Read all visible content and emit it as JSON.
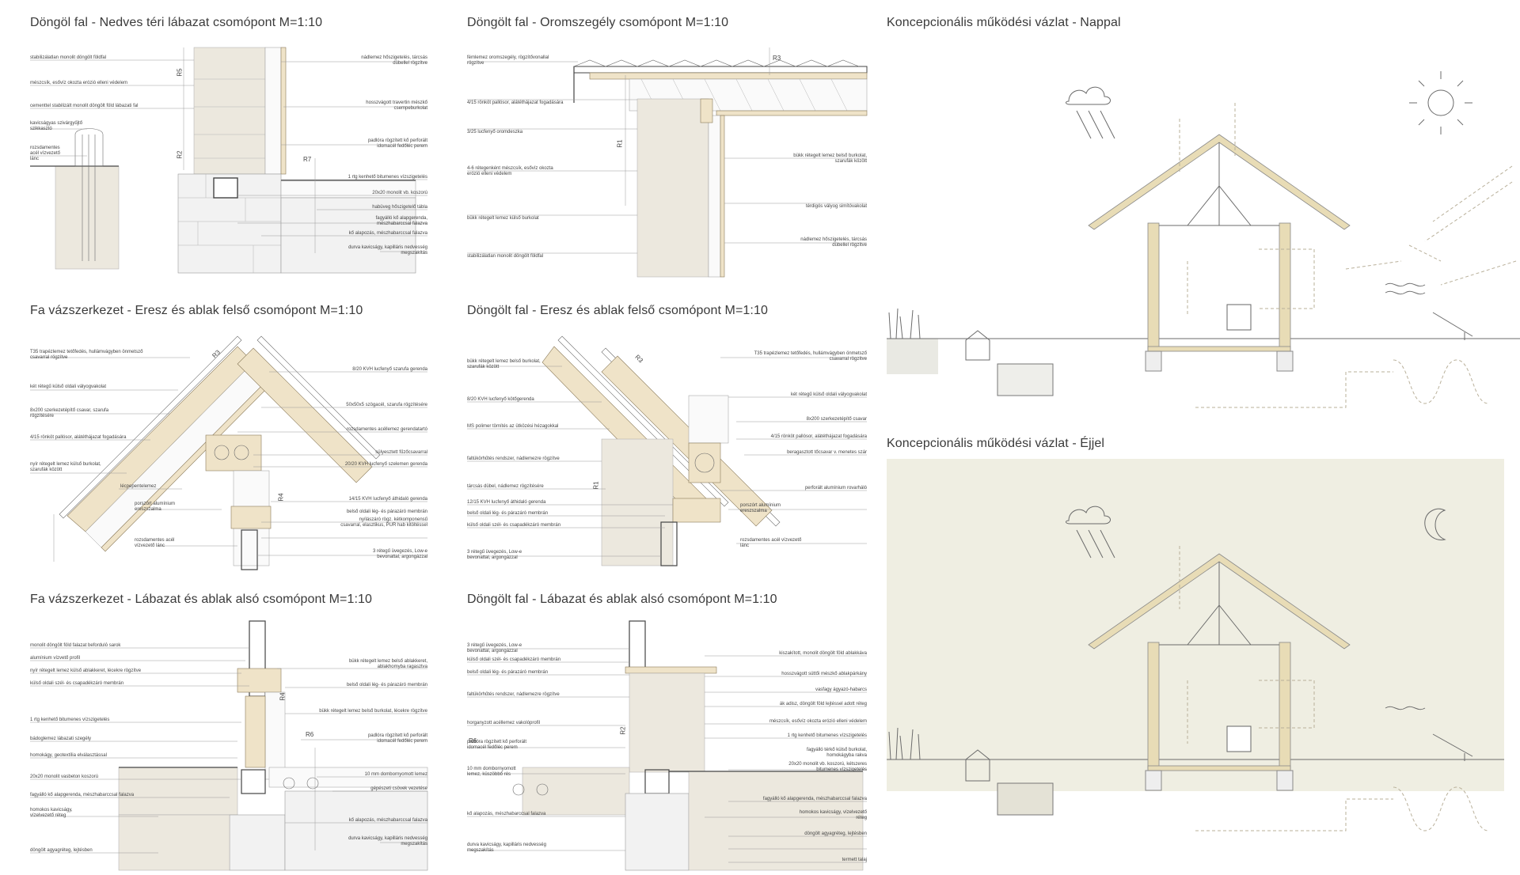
{
  "panels": {
    "p1": {
      "title": "Döngöl fal  -  Nedves téri lábazat csomópont  M=1:10",
      "labels_left": [
        "stabilizálatlan monolit döngölt földfal",
        "mészcsík, esővíz okozta erózió elleni védelem",
        "cementtel stabilizált monolit döngölt föld lábazati fal",
        "kavicságyas szivárgyűjtő szikkasztó",
        "rozsdamentes acél vízvezető lánc"
      ],
      "labels_right": [
        "nádlemez hőszigetelés, tárcsás dübellel rögzítve",
        "hosszvágott travertin mészkő csempeburkolat",
        "padlóra rögzített kő perforált idomacél fedőléc perem",
        "1 rtg kenhető bitumenes vízszigetelés",
        "20x20 monolit vb. koszorú",
        "habüveg hőszigetelő tábla",
        "fagyálló kő alapgerenda, mészhabarccsal falazva",
        "kő alapozás, mészhabarccsal falazva",
        "durva kavicságy, kapilláris nedvesség megszakítás"
      ],
      "dims": [
        "R5",
        "R2",
        "R7"
      ]
    },
    "p2": {
      "title": "Döngölt fal  -  Oromszegély csomópont  M=1:10",
      "labels_left": [
        "fémlemez oromszegély, rögzítővonallal rögzítve",
        "4/15 rönköt pallósor, alátéthájazat fogadására",
        "3/25 lucfenyő oromdeszka",
        "4-6 rétegenként mészcsík, esővíz okozta erózió elleni védelem",
        "bükk rétegelt lemez külső burkolat",
        "stabilizálatlan monolit döngölt földfal"
      ],
      "labels_right": [
        "bükk rétegelt lemez belső burkolat, szarufák között",
        "térdigós vályog simítóvakolat",
        "nádlemez hőszigetelés, tárcsás dübellel rögzítve"
      ],
      "dims": [
        "R3",
        "R1"
      ]
    },
    "p3": {
      "title": "Koncepcionális működési vázlat - Nappal"
    },
    "p4": {
      "title": "Fa vázszerkezet  -  Eresz és ablak felső csomópont  M=1:10",
      "labels_left": [
        "T35 trapézlemez tetőfedés, hullámvágyben önmetsző csavarral rögzítve",
        "két rétegű külső oldali vályogvakolat",
        "8x200 szerkezetépítő csavar, szarufa rögzítésére",
        "4/15 rönköt pallósor, alátéthájazat fogadására",
        "nyír rétegelt lemez külső burkolat, szarufák között",
        "lécpepentelemez",
        "porszórt alumínium ereszszalma",
        "rozsdamentes acél vízvezető lánc"
      ],
      "labels_right": [
        "8/20 KVH lucfenyő szarufa gerenda",
        "50x50x5 szögacél, szarufa rögzítésére",
        "rozsdamentes acéllemez gerendatartó",
        "sülyesztett fűzőcsavarral",
        "20/20 KVH lucfenyő szelemen gerenda",
        "14/15 KVH lucfenyő áthidaló gerenda",
        "belső oldali lég- és párazáró membrán",
        "nyílászáró rögz. kétkomponensű csavarral, elasztikus, PUR hab kitöltéssel",
        "3 rétegű üvegezés, Low-e bevonattal, argongázzal"
      ],
      "dims": [
        "R3",
        "R4"
      ]
    },
    "p5": {
      "title": "Döngölt fal  -  Eresz és ablak felső csomópont  M=1:10",
      "labels_left": [
        "bükk rétegelt lemez belső burkolat, szarufák között",
        "8/20 KVH lucfenyő kötőgerenda",
        "MS polimer tömítés az ütközési hézagokkal",
        "faltükörhűtés rendszer, nádlemezre rögzítve",
        "tárcsás dübel, nádlemez rögzítésére",
        "12/15 KVH lucfenyő áthidaló gerenda",
        "belső oldali lég- és párazáró membrán",
        "külső oldali szél- és csapadékzáró membrán",
        "3 rétegű üvegezés, Low-e bevonattal, argongázzal"
      ],
      "labels_right": [
        "T35 trapézlemez tetőfedés, hullámvágyben önmetsző csavarral rögzítve",
        "két rétegű külső oldali vályogvakolat",
        "8x200 szerkezetépítő csavar",
        "4/15 rönköt pallósor, alátéthájazat fogadására",
        "beragasztott tőcsavar v. menetes szár",
        "perforált alumínium rovarháló",
        "porszórt alumínium ereszszalma",
        "rozsdamentes acél vízvezető lánc"
      ],
      "dims": [
        "R3",
        "R1"
      ]
    },
    "p6": {
      "title": "Koncepcionális működési vázlat - Éjjel"
    },
    "p7": {
      "title": "Fa vázszerkezet  -  Lábazat és ablak alsó csomópont  M=1:10",
      "labels_left": [
        "monolit döngölt föld falazat befordulό sarok",
        "alumínium vízvető profil",
        "nyír rétegelt lemez külső ablakkeret, lécekre rögzítve",
        "külső oldali szél- és csapadékzáró membrán",
        "1 rtg kenhető bitumenes vízszigetelés",
        "bádoglemez lábazati szegély",
        "homokágy, geotextília elválasztással",
        "20x20 monolit vasbeton koszorú",
        "fagyálló kő alapgerenda, mészhabarccsal falazva",
        "homokos kavicságy, vízelvezető réteg",
        "döngölt agyagréteg, lejtésben"
      ],
      "labels_right": [
        "bükk rétegelt lemez belső ablakkeret, ablakhomyba ragasztva",
        "belső oldali lég- és párazáró membrán",
        "bükk rétegelt lemez belső burkolat, lécekre rögzítve",
        "padlóra rögzített kő perforált idomacél fedőléc perem",
        "10 mm dombornyomott lemez",
        "gépészeti csövek vezetése",
        "kő alapozás, mészhabarccsal falazva",
        "durva kavicságy, kapilláris nedvesség megszakítás"
      ],
      "dims": [
        "R4",
        "R6"
      ]
    },
    "p8": {
      "title": "Döngölt fal  -  Lábazat és ablak alsó csomópont  M=1:10",
      "labels_left": [
        "3 rétegű üvegezés, Low-e bevonattal, argongázzal",
        "külső oldali szél- és csapadékzáró membrán",
        "belső oldali lég- és párazáró membrán",
        "faltükörhűtés rendszer, nádlemezre rögzítve",
        "horganyzott acéllemez vakolóprofil",
        "padlóra rögzített kő perforált idomacél fedőléc perem",
        "10 mm dombornyomott lemez, küszöbbő rés",
        "kő alapozás, mészhabarccsal falazva",
        "durva kavicságy, kapilláris nedvesség megszakítás"
      ],
      "labels_right": [
        "kiszakított, monolit döngölt föld ablakkáva",
        "hosszvágott süttői mészkő ablakpárkány",
        "vasfagy ágyazó-habarcs",
        "ák adisz, döngölt föld lejtéssel adott réteg",
        "mészcsík, esővíz okozta erózió elleni védelem",
        "1 rtg kenhető bitumenes vízszigetelés",
        "fagyálló térkő külső burkolat, homokágyba rakva",
        "20x20 monolit vb. koszorú, kétszeres bitumenes vízszigetelés",
        "fagyálló kő alapgerenda, mészhabarccsal falazva",
        "homokos kavicságy, vízelvezető réteg",
        "döngölt agyagréteg, lejtésben",
        "termett talaj"
      ],
      "dims": [
        "R2",
        "R6"
      ]
    }
  },
  "colors": {
    "night_bg": "#efeee2",
    "wood": "#efe3c8",
    "sketch_wood": "#e8dcb6",
    "dashed_flow": "#b9b09a"
  }
}
